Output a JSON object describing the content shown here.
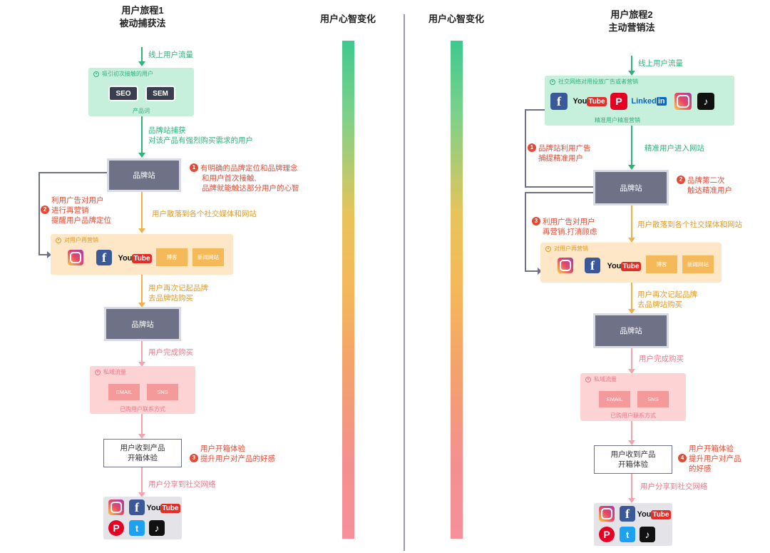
{
  "left": {
    "title_line1": "用户旅程1",
    "title_line2": "被动捕获法",
    "step_online_traffic": "线上用户流量",
    "attract_box": {
      "title": "吸引初次接触的用户",
      "icons": [
        "SEO",
        "SEM"
      ],
      "subtitle": "产品词"
    },
    "capture_label_line1": "品牌站捕获",
    "capture_label_line2": "对该产品有强烈购买需求的用户",
    "brand_site_1": "品牌站",
    "note1_num": "1",
    "note1_line1": "有明确的品牌定位和品牌理念",
    "note1_line2": "和用户首次接触,",
    "note1_line3": "品牌就能触达部分用户的心智",
    "note2_num": "2",
    "note2_line1": "利用广告对用户",
    "note2_line2": "进行再营销",
    "note2_line3": "提醒用户品牌定位",
    "scatter_label": "用户散落到各个社交媒体和网站",
    "remarketing_box": {
      "title": "对用户再营销",
      "tags": [
        "博客",
        "新闻网站"
      ],
      "icons": [
        "instagram-icon",
        "facebook-icon",
        "youtube-icon"
      ]
    },
    "remember_line1": "用户再次记起品牌",
    "remember_line2": "去品牌站购买",
    "brand_site_2": "品牌站",
    "purchase_label": "用户完成购买",
    "private_box": {
      "title": "私域流量",
      "tags": [
        "EMAIL",
        "SNS"
      ],
      "subtitle": "已购用户联系方式"
    },
    "receive_line1": "用户收到产品",
    "receive_line2": "开箱体验",
    "note3_num": "3",
    "note3_line1": "用户开箱体验",
    "note3_line2": "提升用户对产品的好感",
    "share_label": "用户分享到社交网络"
  },
  "mind_left": "用户心智变化",
  "mind_right": "用户心智变化",
  "right": {
    "title_line1": "用户旅程2",
    "title_line2": "主动营销法",
    "step_online_traffic": "线上用户流量",
    "social_box": {
      "title": "社交网络对用投放广告或者营销",
      "subtitle": "精准用户精准营销",
      "linkedin": "Linked",
      "linkedin_in": "in"
    },
    "note1_num": "1",
    "note1_line1": "品牌站利用广告",
    "note1_line2": "捕提精准用户",
    "precise_label": "精准用户进入网站",
    "brand_site_1": "品牌站",
    "note2_num": "2",
    "note2_line1": "品牌第二次",
    "note2_line2": "触达精准用户",
    "note3_num": "3",
    "note3_line1": "利用广告对用户",
    "note3_line2": "再营销,打消顾虑",
    "scatter_label": "用户散落到各个社交媒体和网站",
    "remarketing_box": {
      "title": "对用户再营销",
      "tags": [
        "博客",
        "新闻网站"
      ]
    },
    "remember_line1": "用户再次记起品牌",
    "remember_line2": "去品牌站购买",
    "brand_site_2": "品牌站",
    "purchase_label": "用户完成购买",
    "private_box": {
      "title": "私域流量",
      "tags": [
        "EMAIL",
        "SNS"
      ],
      "subtitle": "已购用户联系方式"
    },
    "receive_line1": "用户收到产品",
    "receive_line2": "开箱体验",
    "note4_num": "4",
    "note4_line1": "用户开箱体验",
    "note4_line2": "提升用户对产品",
    "note4_line3": "的好感",
    "share_label": "用户分享到社交网络"
  },
  "icons": {
    "facebook": "f",
    "youtube_you": "You",
    "youtube_tube": "Tube",
    "pinterest": "P",
    "twitter": "t",
    "tiktok": "♪"
  },
  "colors": {
    "green": "#2fb37a",
    "orange": "#e09b28",
    "pink": "#e9788a",
    "red": "#e24b36",
    "brand": "#6f7286"
  }
}
